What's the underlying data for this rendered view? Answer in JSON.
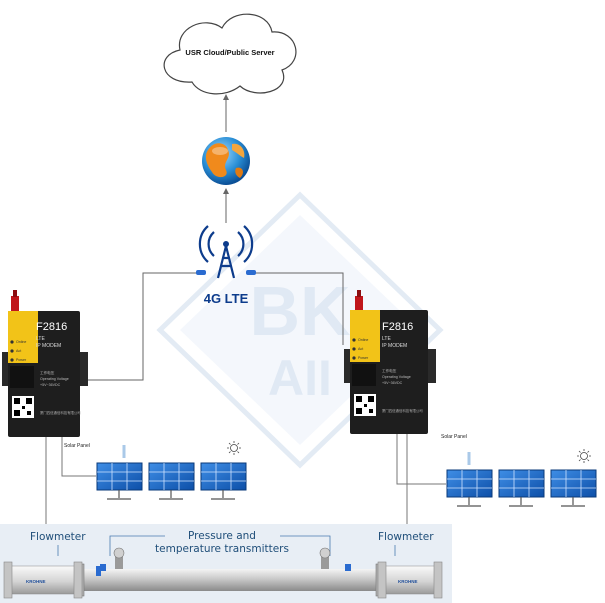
{
  "cloud": {
    "label": "USR Cloud/Public Server"
  },
  "network": {
    "label": "4G LTE"
  },
  "modems": [
    {
      "model": "F2816",
      "line1": "LTE",
      "line2": "IP MODEM",
      "leds": [
        "Online",
        "Act",
        "Power"
      ],
      "spec1": "工作电压",
      "spec2": "Operating Voltage",
      "spec3": "+5V~36VDC",
      "vendor": "厦门四信通信科技有限公司"
    },
    {
      "model": "F2816",
      "line1": "LTE",
      "line2": "IP MODEM",
      "leds": [
        "Online",
        "Act",
        "Power"
      ],
      "spec1": "工作电压",
      "spec2": "Operating Voltage",
      "spec3": "+5V~36VDC",
      "vendor": "厦门四信通信科技有限公司"
    }
  ],
  "solar": {
    "left_label": "Solar Panel",
    "right_label": "Solar Panel"
  },
  "pipeline": {
    "left_flowmeter": "Flowmeter",
    "right_flowmeter": "Flowmeter",
    "transmitters_line1": "Pressure and",
    "transmitters_line2": "temperature transmitters",
    "brand": "KROHNE"
  },
  "colors": {
    "line": "#555555",
    "panel_blue": "#1565c0",
    "modem_yellow": "#f2c318",
    "modem_body": "#1e1e1e",
    "network_text": "#0d3c8c",
    "pipeline_bg": "#e8eef5"
  }
}
